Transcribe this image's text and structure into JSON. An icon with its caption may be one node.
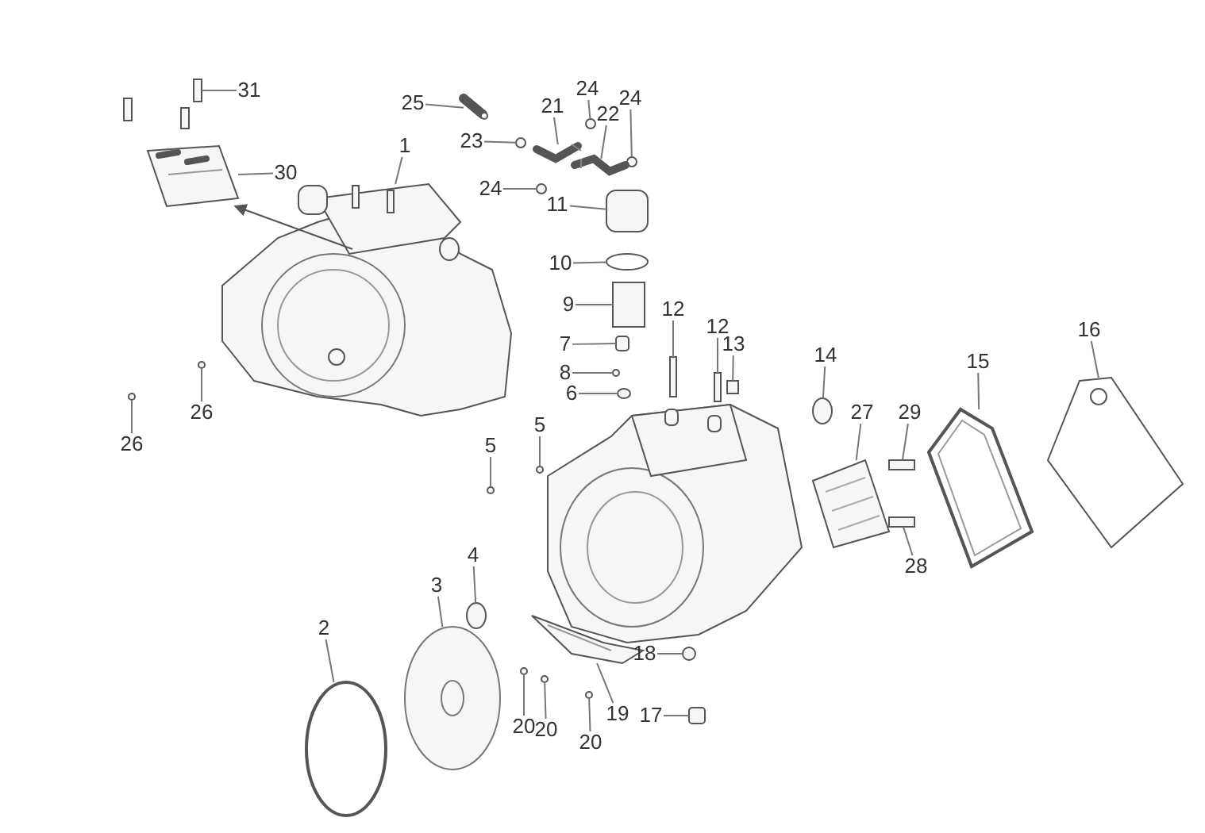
{
  "diagram": {
    "nodes": [
      {
        "text": [
          "31"
        ]
      },
      {
        "text": [
          "25"
        ]
      },
      {
        "text": [
          "24"
        ]
      },
      {
        "text": [
          "24"
        ]
      },
      {
        "text": [
          "21"
        ]
      },
      {
        "text": [
          "22"
        ]
      },
      {
        "text": [
          "23"
        ]
      },
      {
        "text": [
          "1"
        ]
      },
      {
        "text": [
          "30"
        ]
      },
      {
        "text": [
          "24"
        ]
      },
      {
        "text": [
          "11"
        ]
      },
      {
        "text": [
          "10"
        ]
      },
      {
        "text": [
          "9"
        ]
      },
      {
        "text": [
          "16"
        ]
      },
      {
        "text": [
          "12"
        ]
      },
      {
        "text": [
          "12"
        ]
      },
      {
        "text": [
          "7"
        ]
      },
      {
        "text": [
          "13"
        ]
      },
      {
        "text": [
          "14"
        ]
      },
      {
        "text": [
          "15"
        ]
      },
      {
        "text": [
          "8"
        ]
      },
      {
        "text": [
          "6"
        ]
      },
      {
        "text": [
          "26"
        ]
      },
      {
        "text": [
          "27"
        ]
      },
      {
        "text": [
          "29"
        ]
      },
      {
        "text": [
          "5"
        ]
      },
      {
        "text": [
          "26"
        ]
      },
      {
        "text": [
          "5"
        ]
      },
      {
        "text": [
          "4"
        ]
      },
      {
        "text": [
          "28"
        ]
      },
      {
        "text": [
          "3"
        ]
      },
      {
        "text": [
          "2"
        ]
      },
      {
        "text": [
          "18"
        ]
      },
      {
        "text": [
          "19"
        ]
      },
      {
        "text": [
          "17"
        ]
      },
      {
        "text": [
          "20"
        ]
      },
      {
        "text": [
          "20"
        ]
      },
      {
        "text": [
          "20"
        ]
      },
      {
        "text": [],
        "shape": "box"
      },
      {
        "text": [],
        "shape": "picture"
      },
      {
        "text": [],
        "shape": "circle"
      },
      {
        "text": [],
        "shape": "circle"
      },
      {
        "text": [],
        "shape": "picture"
      },
      {
        "text": [],
        "shape": "picture"
      },
      {
        "text": [],
        "shape": "circle"
      },
      {
        "text": [],
        "shape": "picture"
      },
      {
        "text": [],
        "shape": "picture"
      },
      {
        "text": [],
        "shape": "circle"
      },
      {
        "text": [],
        "shape": "box"
      },
      {
        "text": [],
        "shape": "circle"
      },
      {
        "text": [],
        "shape": "box"
      },
      {
        "text": [],
        "shape": "picture"
      },
      {
        "text": [],
        "shape": "box"
      },
      {
        "text": [],
        "shape": "box"
      },
      {
        "text": [],
        "shape": "box"
      },
      {
        "text": [],
        "shape": "box"
      },
      {
        "text": [],
        "shape": "circle"
      },
      {
        "text": [],
        "shape": "picture"
      },
      {
        "text": [],
        "shape": "circle"
      },
      {
        "text": [],
        "shape": "circle"
      },
      {
        "text": [],
        "shape": "circle"
      },
      {
        "text": [],
        "shape": "picture"
      },
      {
        "text": [],
        "shape": "box"
      },
      {
        "text": [],
        "shape": "circle"
      },
      {
        "text": [],
        "shape": "circle"
      },
      {
        "text": [],
        "shape": "circle"
      },
      {
        "text": [],
        "shape": "circle"
      },
      {
        "text": [],
        "shape": "box"
      },
      {
        "text": [],
        "shape": "picture"
      },
      {
        "text": [],
        "shape": "circle"
      },
      {
        "text": [],
        "shape": "circle"
      },
      {
        "text": [],
        "shape": "picture"
      },
      {
        "text": [],
        "shape": "box"
      },
      {
        "text": [],
        "shape": "circle"
      },
      {
        "text": [],
        "shape": "circle"
      },
      {
        "text": [],
        "shape": "circle"
      }
    ],
    "edges": [
      {
        "from": 0,
        "to": 38,
        "arrow": "none"
      },
      {
        "from": 1,
        "to": 39,
        "arrow": "none"
      },
      {
        "from": 2,
        "to": 40,
        "arrow": "none"
      },
      {
        "from": 3,
        "to": 41,
        "arrow": "none"
      },
      {
        "from": 4,
        "to": 42,
        "arrow": "none"
      },
      {
        "from": 5,
        "to": 43,
        "arrow": "none"
      },
      {
        "from": 6,
        "to": 44,
        "arrow": "none"
      },
      {
        "from": 7,
        "to": 45,
        "arrow": "none"
      },
      {
        "from": 8,
        "to": 46,
        "arrow": "none"
      },
      {
        "from": 9,
        "to": 47,
        "arrow": "none"
      },
      {
        "from": 10,
        "to": 48,
        "arrow": "none"
      },
      {
        "from": 11,
        "to": 49,
        "arrow": "none"
      },
      {
        "from": 12,
        "to": 50,
        "arrow": "none"
      },
      {
        "from": 13,
        "to": 51,
        "arrow": "none"
      },
      {
        "from": 14,
        "to": 52,
        "arrow": "none"
      },
      {
        "from": 15,
        "to": 53,
        "arrow": "none"
      },
      {
        "from": 16,
        "to": 54,
        "arrow": "none"
      },
      {
        "from": 17,
        "to": 55,
        "arrow": "none"
      },
      {
        "from": 18,
        "to": 56,
        "arrow": "none"
      },
      {
        "from": 19,
        "to": 57,
        "arrow": "none"
      },
      {
        "from": 20,
        "to": 58,
        "arrow": "none"
      },
      {
        "from": 21,
        "to": 59,
        "arrow": "none"
      },
      {
        "from": 22,
        "to": 60,
        "arrow": "none"
      },
      {
        "from": 23,
        "to": 61,
        "arrow": "none"
      },
      {
        "from": 24,
        "to": 62,
        "arrow": "none"
      },
      {
        "from": 25,
        "to": 63,
        "arrow": "none"
      },
      {
        "from": 26,
        "to": 64,
        "arrow": "none"
      },
      {
        "from": 27,
        "to": 65,
        "arrow": "none"
      },
      {
        "from": 28,
        "to": 66,
        "arrow": "none"
      },
      {
        "from": 29,
        "to": 67,
        "arrow": "none"
      },
      {
        "from": 30,
        "to": 68,
        "arrow": "none"
      },
      {
        "from": 31,
        "to": 69,
        "arrow": "none"
      },
      {
        "from": 32,
        "to": 70,
        "arrow": "none"
      },
      {
        "from": 33,
        "to": 71,
        "arrow": "none"
      },
      {
        "from": 34,
        "to": 72,
        "arrow": "none"
      },
      {
        "from": 35,
        "to": 73,
        "arrow": "none"
      },
      {
        "from": 36,
        "to": 74,
        "arrow": "none"
      },
      {
        "from": 37,
        "to": 75,
        "arrow": "none"
      },
      {
        "from": 45,
        "to": 46,
        "arrow": "to"
      }
    ]
  }
}
